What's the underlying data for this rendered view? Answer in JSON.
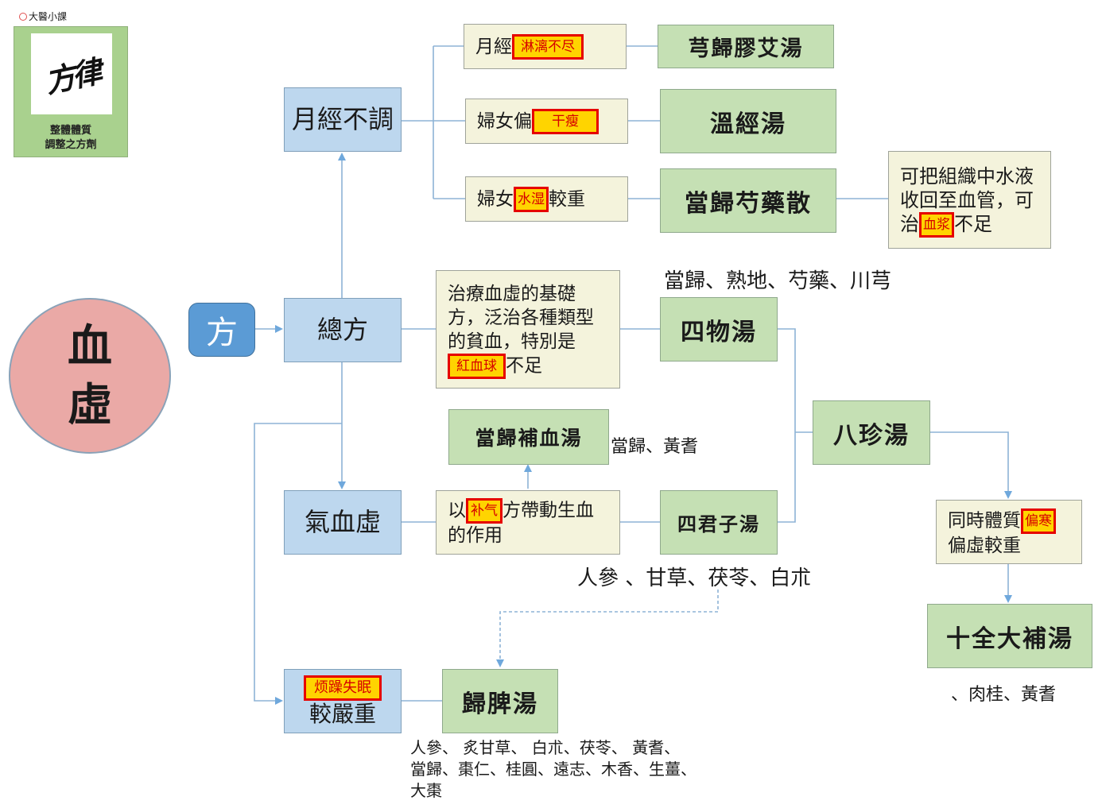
{
  "header": {
    "brand_small": "大醫小課"
  },
  "logo": {
    "calligraphy": "方律",
    "line1": "整體體質",
    "line2": "調整之方劑"
  },
  "main_circle": {
    "line1": "血",
    "line2": "虛"
  },
  "method_label": "方",
  "categories": {
    "menstrual": "月經不調",
    "general": "總方",
    "qi_blood": "氣血虛",
    "severe": {
      "highlight": "烦躁失眠",
      "text": "較嚴重"
    }
  },
  "conditions": {
    "dripping": {
      "before": "月經",
      "highlight": "淋漓不尽",
      "after": ""
    },
    "thin": {
      "before": "婦女偏",
      "highlight": "干瘦",
      "after": ""
    },
    "damp": {
      "before": "婦女",
      "highlight": "水湿",
      "after": "較重"
    },
    "basic": {
      "before": "治療血虛的基礎方，泛治各種類型的貧血，特別是",
      "highlight": "紅血球",
      "after": "不足"
    },
    "qi_tonify": {
      "before": "以",
      "highlight": "补气",
      "after": "方帶動生血的作用"
    },
    "cold": {
      "before": "同時體質",
      "highlight": "偏寒",
      "after": "偏虛較重"
    }
  },
  "formulas": {
    "jiao_ai": "芎歸膠艾湯",
    "wen_jing": "溫經湯",
    "dang_gui_shao_yao": "當歸芍藥散",
    "si_wu": "四物湯",
    "dang_gui_bu_xue": "當歸補血湯",
    "si_jun_zi": "四君子湯",
    "ba_zhen": "八珍湯",
    "shi_quan": "十全大補湯",
    "gui_pi": "歸脾湯"
  },
  "notes": {
    "water": {
      "before": "可把組織中水液收回至血管，可治",
      "highlight": "血浆",
      "after": "不足"
    }
  },
  "ingredients": {
    "si_wu": "當歸、熟地、芍藥、川芎",
    "dang_gui_bu_xue": "當歸、黃耆",
    "si_jun_zi": "人參 、甘草、茯苓、白朮",
    "shi_quan": "、肉桂、黃耆",
    "gui_pi": [
      "人參、 炙甘草、 白朮、茯苓、 黃耆、",
      "當歸、棗仁、桂圓、遠志、木香、生薑、",
      "大棗"
    ]
  },
  "colors": {
    "blue_box": "#bdd7ee",
    "green_box": "#c5e0b4",
    "cream_box": "#f4f3dc",
    "circle": "#eaa9a6",
    "method_box": "#5b9bd5",
    "highlight_fill": "#ffd400",
    "highlight_border": "#e60000",
    "connector": "#6fa8dc"
  }
}
